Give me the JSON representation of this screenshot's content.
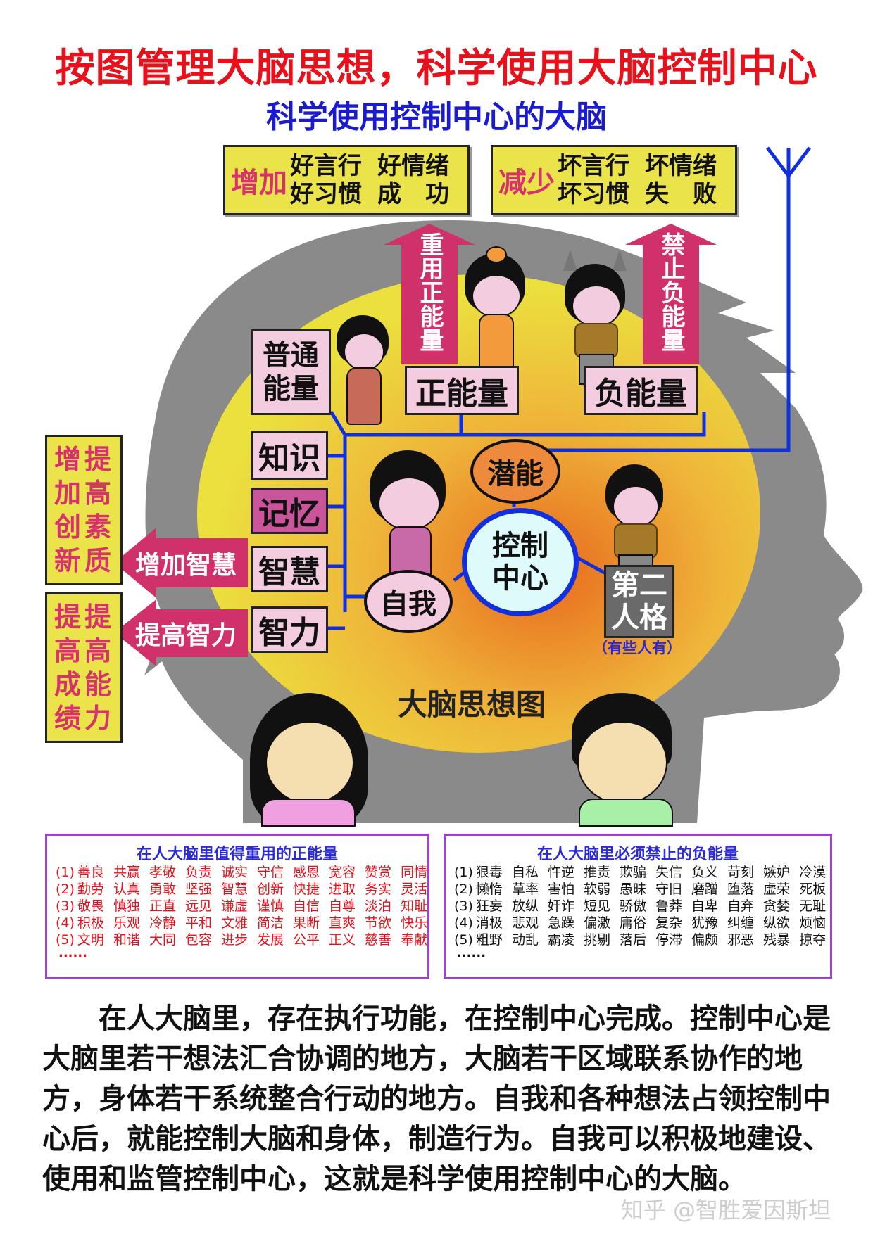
{
  "header": {
    "title": "按图管理大脑思想，科学使用大脑控制中心",
    "subtitle": "科学使用控制中心的大脑"
  },
  "top_boxes": {
    "increase": {
      "verb": "增加",
      "items": [
        "好言行",
        "好情绪",
        "好习惯",
        "成　功"
      ]
    },
    "decrease": {
      "verb": "减少",
      "items": [
        "坏言行",
        "坏情绪",
        "坏习惯",
        "失　败"
      ]
    }
  },
  "up_arrows": {
    "reuse_positive": "重用正能量",
    "forbid_negative": "禁止负能量"
  },
  "energy_boxes": {
    "ordinary": "普通能量",
    "positive": "正能量",
    "negative": "负能量"
  },
  "faculty_boxes": [
    "知识",
    "记忆",
    "智慧",
    "智力"
  ],
  "left_arrows": {
    "increase_wisdom": "增加智慧",
    "improve_intelligence": "提高智力"
  },
  "side_boxes": {
    "upper": [
      "增",
      "提",
      "加",
      "高",
      "创",
      "素",
      "新",
      "质"
    ],
    "lower": [
      "提",
      "提",
      "高",
      "高",
      "成",
      "能",
      "绩",
      "力"
    ]
  },
  "nodes": {
    "potential": "潜能",
    "control_center": "控制中心",
    "self": "自我",
    "second_personality": "第二人格",
    "second_personality_note": "（有些人有）"
  },
  "diagram_label": "大脑思想图",
  "positive_panel": {
    "heading": "在人大脑里值得重用的正能量",
    "rows": [
      {
        "index": "(1)",
        "words": [
          "善良",
          "共赢",
          "孝敬",
          "负责",
          "诚实",
          "守信",
          "感恩",
          "宽容",
          "赞赏",
          "同情"
        ]
      },
      {
        "index": "(2)",
        "words": [
          "勤劳",
          "认真",
          "勇敢",
          "坚强",
          "智慧",
          "创新",
          "快捷",
          "进取",
          "务实",
          "灵活"
        ]
      },
      {
        "index": "(3)",
        "words": [
          "敬畏",
          "慎独",
          "正直",
          "远见",
          "谦虚",
          "谨慎",
          "自信",
          "自尊",
          "淡泊",
          "知耻"
        ]
      },
      {
        "index": "(4)",
        "words": [
          "积极",
          "乐观",
          "冷静",
          "平和",
          "文雅",
          "简洁",
          "果断",
          "直爽",
          "节欲",
          "快乐"
        ]
      },
      {
        "index": "(5)",
        "words": [
          "文明",
          "和谐",
          "大同",
          "包容",
          "进步",
          "发展",
          "公平",
          "正义",
          "慈善",
          "奉献"
        ]
      }
    ],
    "ellipsis": "......"
  },
  "negative_panel": {
    "heading": "在人大脑里必须禁止的负能量",
    "rows": [
      {
        "index": "(1)",
        "words": [
          "狠毒",
          "自私",
          "忤逆",
          "推责",
          "欺骗",
          "失信",
          "负义",
          "苛刻",
          "嫉妒",
          "冷漠"
        ]
      },
      {
        "index": "(2)",
        "words": [
          "懒惰",
          "草率",
          "害怕",
          "软弱",
          "愚昧",
          "守旧",
          "磨蹭",
          "堕落",
          "虚荣",
          "死板"
        ]
      },
      {
        "index": "(3)",
        "words": [
          "狂妄",
          "放纵",
          "奸诈",
          "短见",
          "骄傲",
          "鲁莽",
          "自卑",
          "自弃",
          "贪婪",
          "无耻"
        ]
      },
      {
        "index": "(4)",
        "words": [
          "消极",
          "悲观",
          "急躁",
          "偏激",
          "庸俗",
          "复杂",
          "犹豫",
          "纠缠",
          "纵欲",
          "烦恼"
        ]
      },
      {
        "index": "(5)",
        "words": [
          "粗野",
          "动乱",
          "霸凌",
          "挑剔",
          "落后",
          "停滞",
          "偏颇",
          "邪恶",
          "残暴",
          "掠夺"
        ]
      }
    ],
    "ellipsis": "......"
  },
  "paragraph": "　　在人大脑里，存在执行功能，在控制中心完成。控制中心是大脑里若干想法汇合协调的地方，大脑若干区域联系协作的地方，身体若干系统整合行动的地方。自我和各种想法占领控制中心后，就能控制大脑和身体，制造行为。自我可以积极地建设、使用和监管控制中心，这就是科学使用控制中心的大脑。",
  "watermark": "知乎 @智胜爱因斯坦",
  "colors": {
    "title_red": "#e8101a",
    "subtitle_blue": "#1a1ad0",
    "box_yellow": "#ebe34a",
    "arrow_magenta": "#d1316a",
    "node_pink": "#f3cce0",
    "head_gray": "#8a8a8a",
    "line_blue": "#1030e0",
    "potential_orange": "#ee8a3c",
    "control_center_fill": "#dffafa",
    "panel_border": "#a040d0"
  }
}
